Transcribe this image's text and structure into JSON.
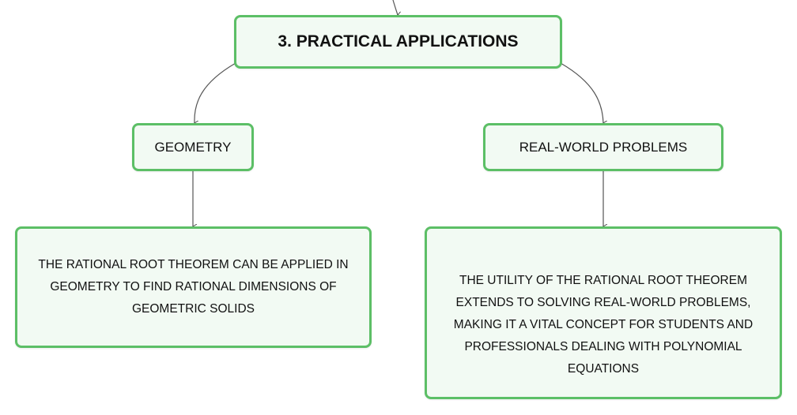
{
  "colors": {
    "node_border": "#5cbf66",
    "node_fill": "#f2faf3",
    "connector": "#555555"
  },
  "nodes": {
    "root": {
      "label": "3. PRACTICAL APPLICATIONS"
    },
    "geometry": {
      "label": "GEOMETRY",
      "description": "THE RATIONAL ROOT THEOREM CAN BE APPLIED IN GEOMETRY TO FIND RATIONAL DIMENSIONS OF GEOMETRIC SOLIDS"
    },
    "real_world": {
      "label": "REAL-WORLD PROBLEMS",
      "description": "THE UTILITY OF THE RATIONAL ROOT THEOREM EXTENDS TO SOLVING REAL-WORLD PROBLEMS, MAKING IT A VITAL CONCEPT FOR STUDENTS AND PROFESSIONALS DEALING WITH POLYNOMIAL EQUATIONS"
    }
  }
}
